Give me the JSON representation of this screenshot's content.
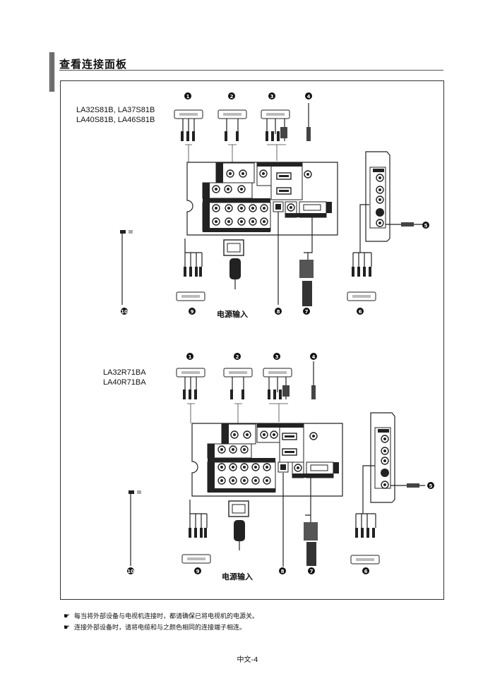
{
  "header": {
    "title": "查看连接面板"
  },
  "diagram1": {
    "models": [
      "LA32S81B, LA37S81B",
      "LA40S81B, LA46S81B"
    ],
    "power_label": "电源输入"
  },
  "diagram2": {
    "models": [
      "LA32R71BA",
      "LA40R71BA"
    ],
    "power_label": "电源输入"
  },
  "callouts": [
    "1",
    "2",
    "3",
    "4",
    "5",
    "6",
    "7",
    "8",
    "9",
    "10"
  ],
  "notes": [
    "每当将外部设备与电视机连接时，都请确保已将电视机的电源关。",
    "连接外部设备时，请将电缆和与之颜色相同的连接端子相连。"
  ],
  "footer": {
    "page_number": "中文-4"
  }
}
